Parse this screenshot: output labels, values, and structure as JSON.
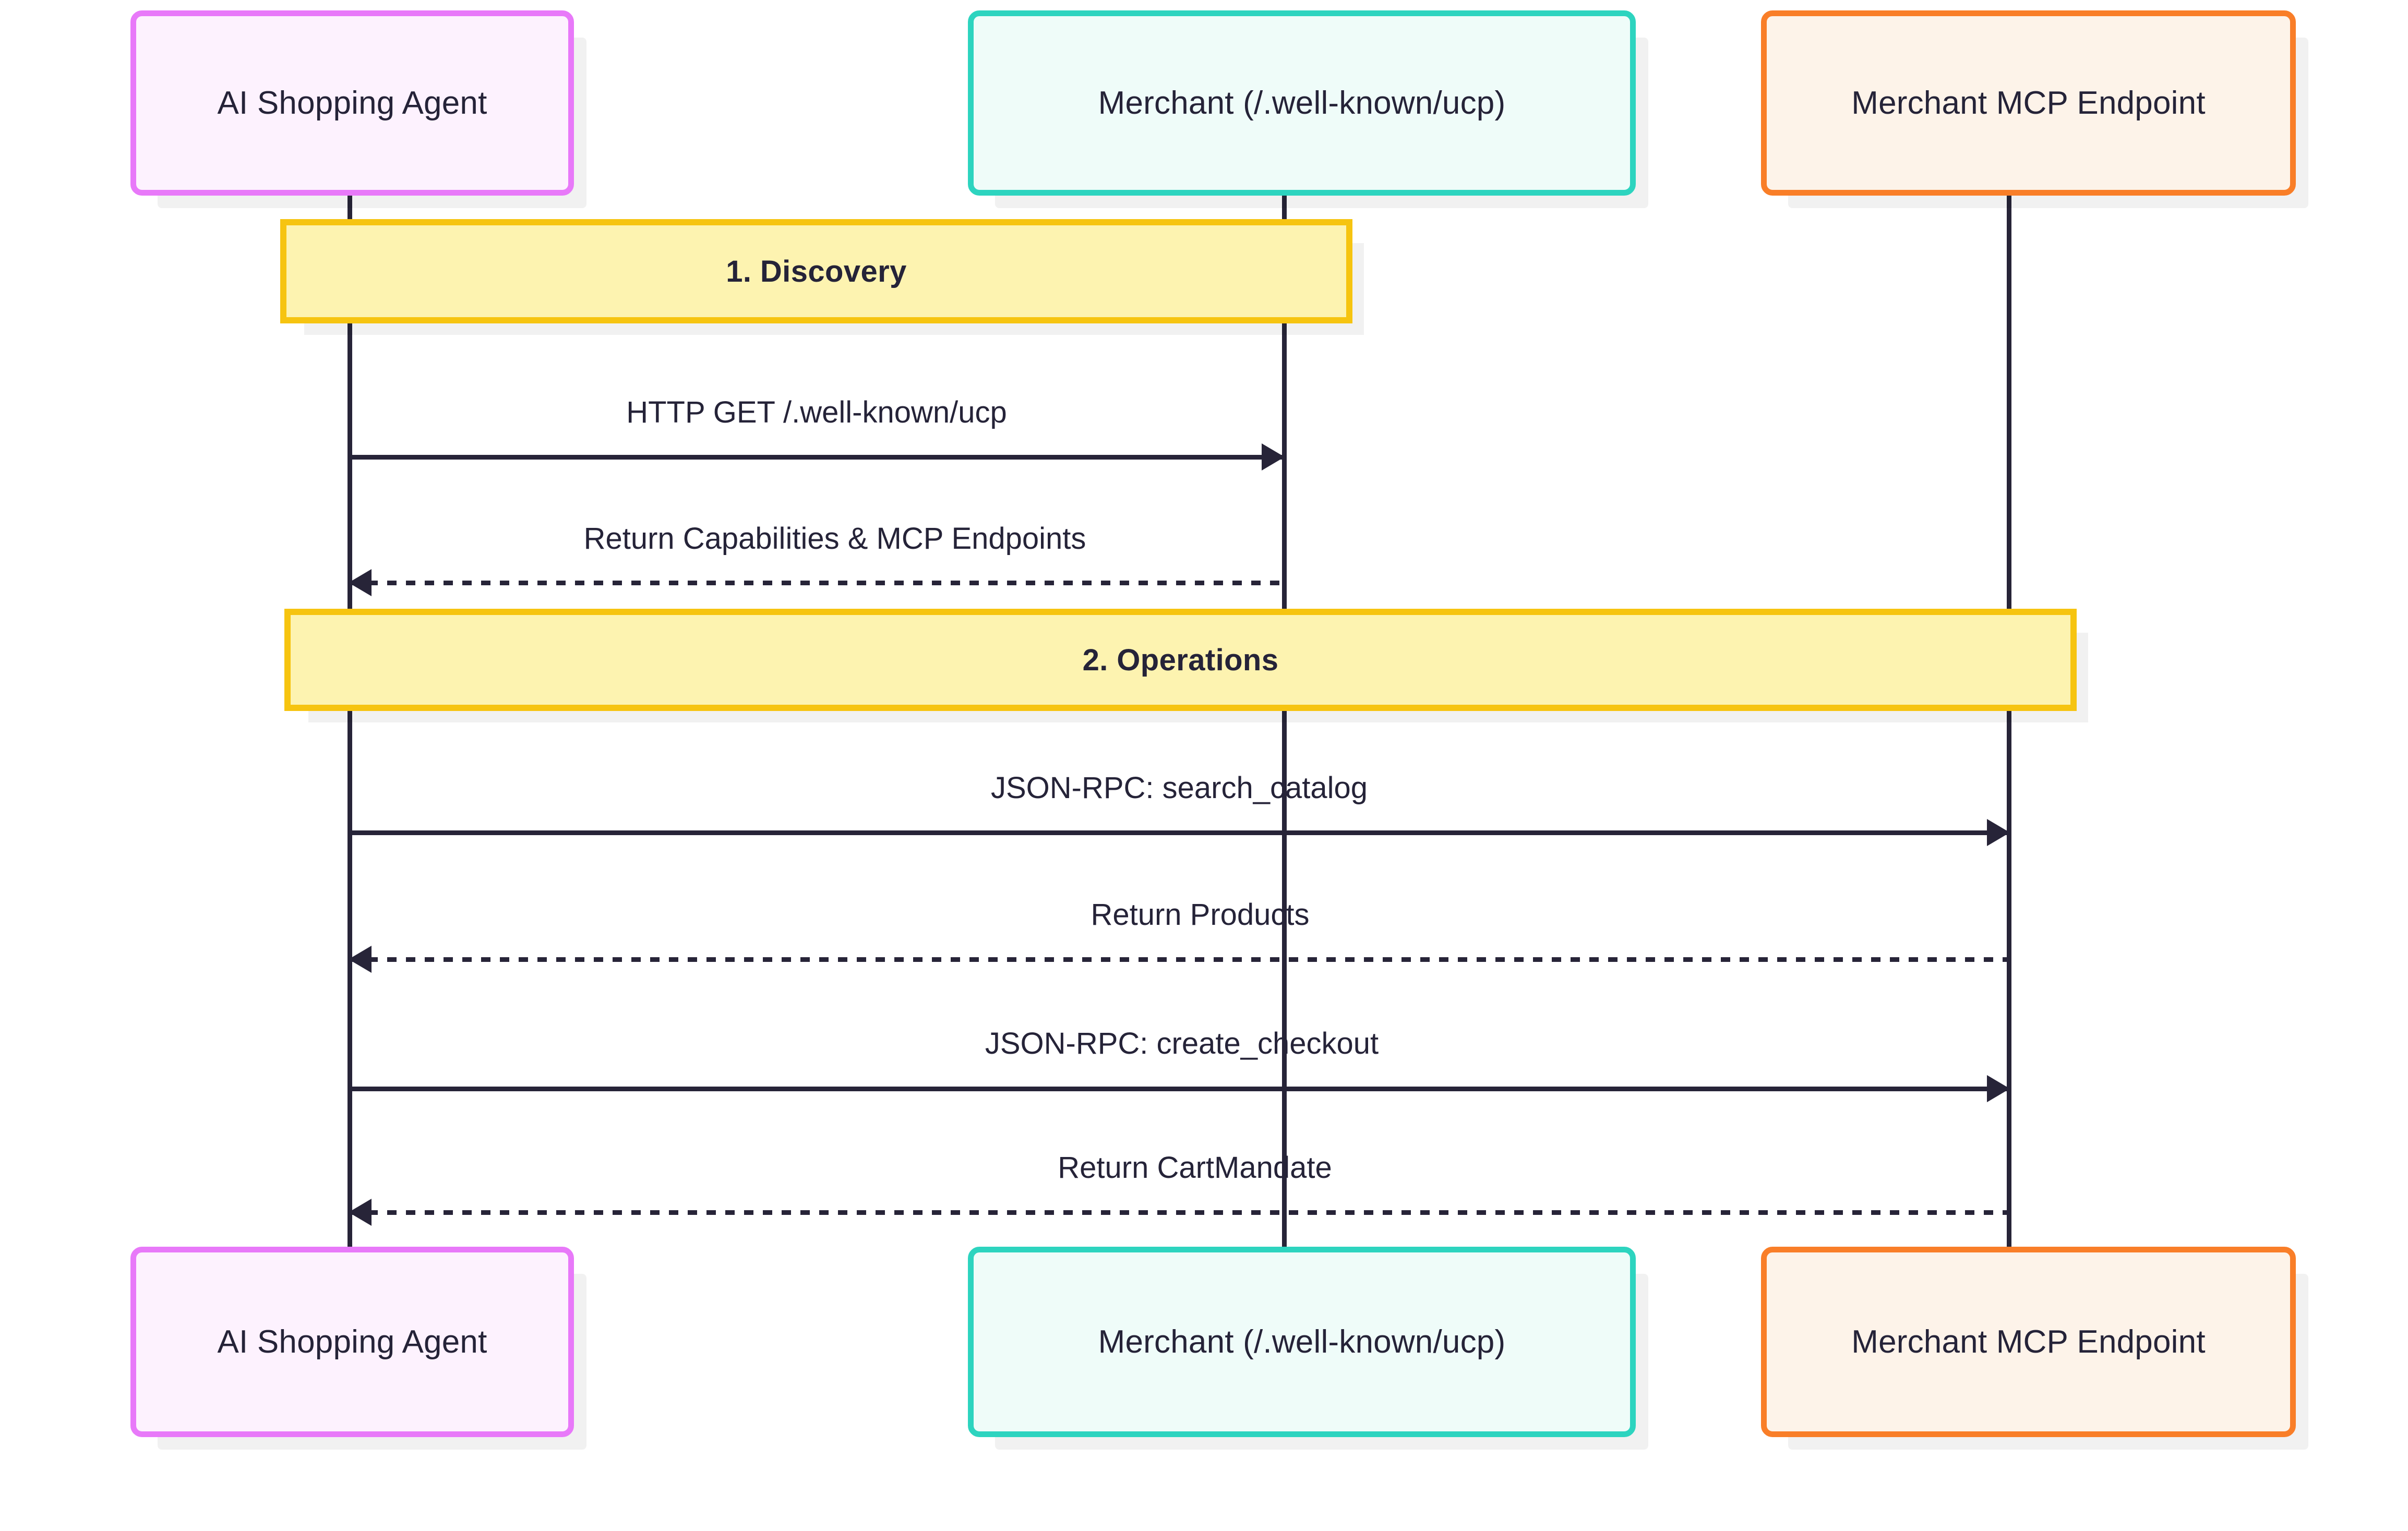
{
  "diagram": {
    "type": "sequence-diagram",
    "title": "UCP Merchant Discovery and Operations Sequence",
    "background_color": "#ffffff",
    "line_color": "#272438",
    "participants": [
      {
        "id": "agent",
        "label": "AI Shopping Agent",
        "border_color": "#e879f9",
        "fill_color": "#fdf2fe"
      },
      {
        "id": "merchant",
        "label": "Merchant (/.well-known/ucp)",
        "border_color": "#2dd4bf",
        "fill_color": "#effcf9"
      },
      {
        "id": "mcp",
        "label": "Merchant MCP Endpoint",
        "border_color": "#f97e28",
        "fill_color": "#fdf3e9"
      }
    ],
    "sections": [
      {
        "id": "discovery",
        "label": "1. Discovery",
        "border_color": "#f6c410",
        "fill_color": "#fdf3b0"
      },
      {
        "id": "operations",
        "label": "2. Operations",
        "border_color": "#f6c410",
        "fill_color": "#fdf3b0"
      }
    ],
    "messages": [
      {
        "id": "m1",
        "label": "HTTP GET /.well-known/ucp",
        "from": "agent",
        "to": "merchant",
        "style": "solid",
        "direction": "right"
      },
      {
        "id": "m2",
        "label": "Return Capabilities & MCP Endpoints",
        "from": "merchant",
        "to": "agent",
        "style": "dashed",
        "direction": "left"
      },
      {
        "id": "m3",
        "label": "JSON-RPC: search_catalog",
        "from": "agent",
        "to": "mcp",
        "style": "solid",
        "direction": "right"
      },
      {
        "id": "m4",
        "label": "Return Products",
        "from": "mcp",
        "to": "agent",
        "style": "dashed",
        "direction": "left"
      },
      {
        "id": "m5",
        "label": "JSON-RPC: create_checkout",
        "from": "agent",
        "to": "mcp",
        "style": "solid",
        "direction": "right"
      },
      {
        "id": "m6",
        "label": "Return CartMandate",
        "from": "mcp",
        "to": "agent",
        "style": "dashed",
        "direction": "left"
      }
    ]
  }
}
